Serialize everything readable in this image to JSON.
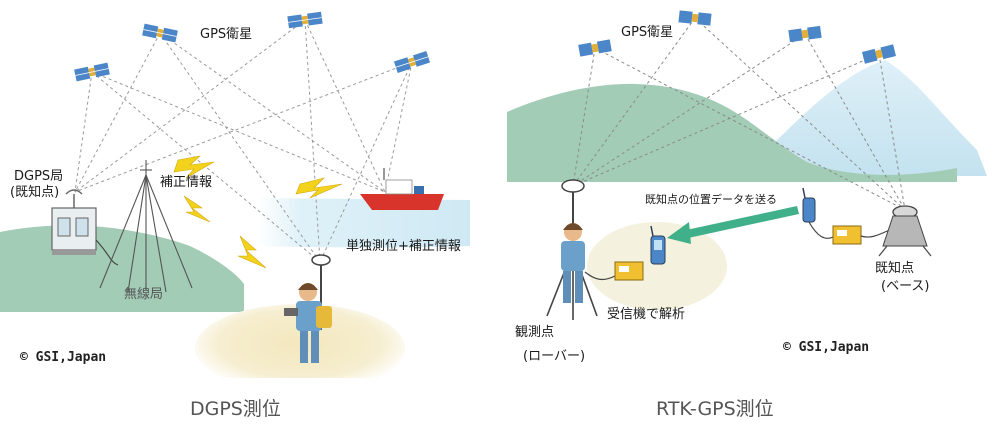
{
  "dgps": {
    "satellite_label": "GPS衛星",
    "station_label_1": "DGPS局",
    "station_label_2": "(既知点)",
    "correction_label": "補正情報",
    "radio_label": "無線局",
    "rover_label": "単独測位+補正情報",
    "copyright": "© GSI,Japan",
    "caption": "DGPS測位"
  },
  "rtk": {
    "satellite_label": "GPS衛星",
    "send_label": "既知点の位置データを送る",
    "base_label_1": "既知点",
    "base_label_2": "(ベース)",
    "analysis_label": "受信機で解析",
    "rover_label_1": "観測点",
    "rover_label_2": "(ローバー)",
    "copyright": "© GSI,Japan",
    "caption": "RTK-GPS測位"
  },
  "colors": {
    "ground_green": "#9fcbb5",
    "sea_blue": "#d8eef7",
    "bolt_yellow": "#f2d21a",
    "boat_red": "#d9342b",
    "arrow_green": "#3fb08a",
    "mountain_blue": "#c9e6f2",
    "sand": "#efe3b4"
  }
}
